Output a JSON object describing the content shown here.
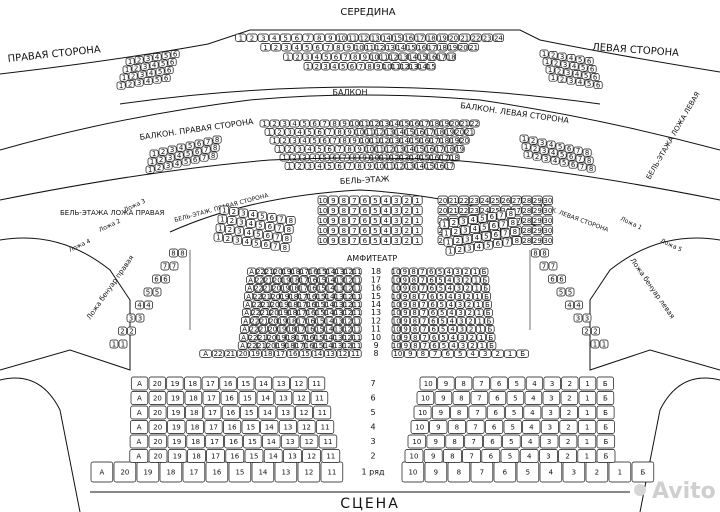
{
  "labels": {
    "seredina": "СЕРЕДИНА",
    "pravaya_storona": "ПРАВАЯ СТОРОНА",
    "levaya_storona": "ЛЕВАЯ СТОРОНА",
    "balkon": "БАЛКОН",
    "balkon_pravaya": "БАЛКОН. ПРАВАЯ СТОРОНА",
    "balkon_levaya": "БАЛКОН. ЛЕВАЯ СТОРОНА",
    "bel_etazh": "БЕЛЬ-ЭТАЖ",
    "bel_etazh_pravaya": "БЕЛЬ-ЭТАЖ. ПРАВАЯ СТОРОНА",
    "bel_etazh_levaya": "БЕЛЬ-ЭТАЖ. ЛЕВАЯ СТОРОНА",
    "bel_etazh_lozha_pravaya": "БЕЛЬ-ЭТАЖА ЛОЖА ПРАВАЯ",
    "bel_etazh_lozha_levaya": "БЕЛЬ-ЭТАЖА ЛОЖА ЛЕВАЯ",
    "amfiteatr": "АМФИТЕАТР",
    "lozha_benuar_pravaya": "Ложа бенуар правая",
    "lozha_benuar_levaya": "Ложа бенуар левая",
    "lozha_1": "Ложа 1",
    "lozha_2": "Ложа 2",
    "lozha_3": "Ложа 3",
    "lozha_4": "Ложа 4",
    "lozha_5": "Ложа 5",
    "scena": "СЦЕНА",
    "first_row": "1 ряд",
    "watermark": "Avito"
  },
  "parter": {
    "left_seats": [
      "А",
      "20",
      "19",
      "18",
      "17",
      "16",
      "15",
      "14",
      "13",
      "12",
      "11"
    ],
    "right_seats": [
      "10",
      "9",
      "8",
      "7",
      "6",
      "5",
      "4",
      "3",
      "2",
      "1",
      "Б"
    ],
    "row_numbers": [
      "1 ряд",
      "2",
      "3",
      "4",
      "5",
      "6",
      "7"
    ]
  },
  "amfiteatr": {
    "left_seats": [
      "А",
      "22",
      "21",
      "20",
      "19",
      "18",
      "17",
      "16",
      "15",
      "14",
      "13",
      "12",
      "11"
    ],
    "right_seats": [
      "10",
      "9",
      "8",
      "7",
      "6",
      "5",
      "4",
      "3",
      "2",
      "1",
      "Б"
    ],
    "row_numbers": [
      "8",
      "9",
      "10",
      "11",
      "12",
      "13",
      "14",
      "15",
      "16",
      "17",
      "18"
    ]
  },
  "balcony_middle": {
    "seats": [
      "1",
      "2",
      "3",
      "4",
      "5",
      "6",
      "7",
      "8",
      "9",
      "10",
      "11",
      "12",
      "13",
      "14",
      "15",
      "16",
      "17",
      "18",
      "19",
      "20",
      "21",
      "22",
      "23",
      "24"
    ]
  },
  "bel_etazh_middle": {
    "left": [
      "10",
      "9",
      "8",
      "7",
      "6",
      "5",
      "4",
      "3",
      "2",
      "1"
    ],
    "right": [
      "20",
      "21",
      "22",
      "23",
      "24",
      "25",
      "26",
      "27",
      "28",
      "29",
      "30"
    ]
  },
  "benuar_boxes": {
    "left": [
      "1",
      "2",
      "3",
      "4",
      "5",
      "6",
      "7",
      "8"
    ],
    "right": [
      "1",
      "2",
      "3",
      "4",
      "5",
      "6",
      "7",
      "8"
    ]
  }
}
